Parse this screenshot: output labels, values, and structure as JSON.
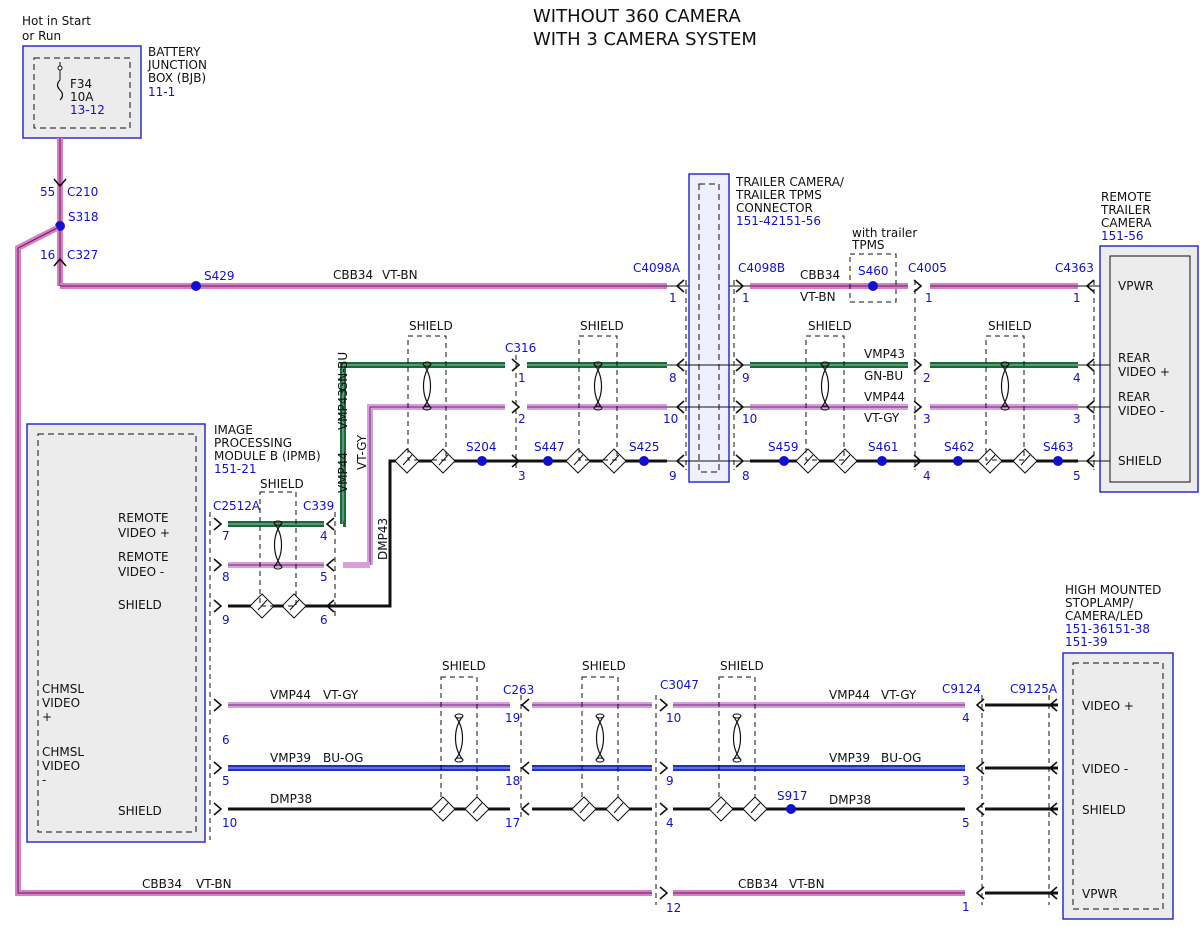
{
  "title": {
    "line1": "WITHOUT 360 CAMERA",
    "line2": "WITH 3 CAMERA SYSTEM"
  },
  "colors": {
    "vt_bn": "#d67fc6",
    "gn_bu": "#1a6b2f",
    "vt_gy": "#d7a0dc",
    "bu_og": "#2030c0",
    "blk": "#111111",
    "blue_text": "#1010d0"
  },
  "power": {
    "note1": "Hot in Start",
    "note2": "or Run",
    "fuse": "F34",
    "amps": "10A",
    "ref": "13-12"
  },
  "bjb": {
    "l1": "BATTERY",
    "l2": "JUNCTION",
    "l3": "BOX (BJB)",
    "ref": "11-1"
  },
  "trailer_conn": {
    "l1": "TRAILER CAMERA/",
    "l2": "TRAILER TPMS",
    "l3": "CONNECTOR",
    "ref": "151-42151-56"
  },
  "with_tpms": {
    "l1": "with trailer",
    "l2": "TPMS"
  },
  "remote_cam": {
    "l1": "REMOTE",
    "l2": "TRAILER",
    "l3": "CAMERA",
    "ref": "151-56",
    "pins": [
      "VPWR",
      "REAR",
      "VIDEO +",
      "REAR",
      "VIDEO -",
      "SHIELD"
    ]
  },
  "ipmb": {
    "l1": "IMAGE",
    "l2": "PROCESSING",
    "l3": "MODULE B (IPMB)",
    "ref": "151-21",
    "pins": [
      "REMOTE",
      "VIDEO +",
      "REMOTE",
      "VIDEO -",
      "SHIELD",
      "CHMSL",
      "VIDEO",
      "+",
      "CHMSL",
      "VIDEO",
      "-",
      "SHIELD"
    ]
  },
  "hmsl": {
    "l1": "HIGH MOUNTED",
    "l2": "STOPLAMP/",
    "l3": "CAMERA/LED",
    "ref1": "151-36151-38",
    "ref2": "151-39",
    "pins": [
      "VIDEO +",
      "VIDEO -",
      "SHIELD",
      "VPWR"
    ]
  },
  "connectors": {
    "c210": "C210",
    "s318": "S318",
    "c327": "C327",
    "s429": "S429",
    "c4098a": "C4098A",
    "c4098b": "C4098B",
    "s460": "S460",
    "c4005": "C4005",
    "c4363": "C4363",
    "c316": "C316",
    "s204": "S204",
    "s447": "S447",
    "s425": "S425",
    "s459": "S459",
    "s461": "S461",
    "s462": "S462",
    "s463": "S463",
    "c2512a": "C2512A",
    "c339": "C339",
    "c263": "C263",
    "c3047": "C3047",
    "c9124": "C9124",
    "c9125a": "C9125A",
    "s917": "S917"
  },
  "pin_nums": {
    "p55": "55",
    "p16": "16",
    "p1": "1",
    "p2": "2",
    "p3": "3",
    "p4": "4",
    "p5": "5",
    "p6": "6",
    "p7": "7",
    "p8": "8",
    "p9": "9",
    "p10": "10",
    "p12": "12",
    "p17": "17",
    "p18": "18",
    "p19": "19"
  },
  "wires": {
    "cbb34": "CBB34",
    "vt_bn": "VT-BN",
    "vmp43": "VMP43",
    "gn_bu": "GN-BU",
    "vmp44": "VMP44",
    "vt_gy": "VT-GY",
    "dmp43": "DMP43",
    "vmp39": "VMP39",
    "bu_og": "BU-OG",
    "dmp38": "DMP38",
    "shield": "SHIELD"
  }
}
